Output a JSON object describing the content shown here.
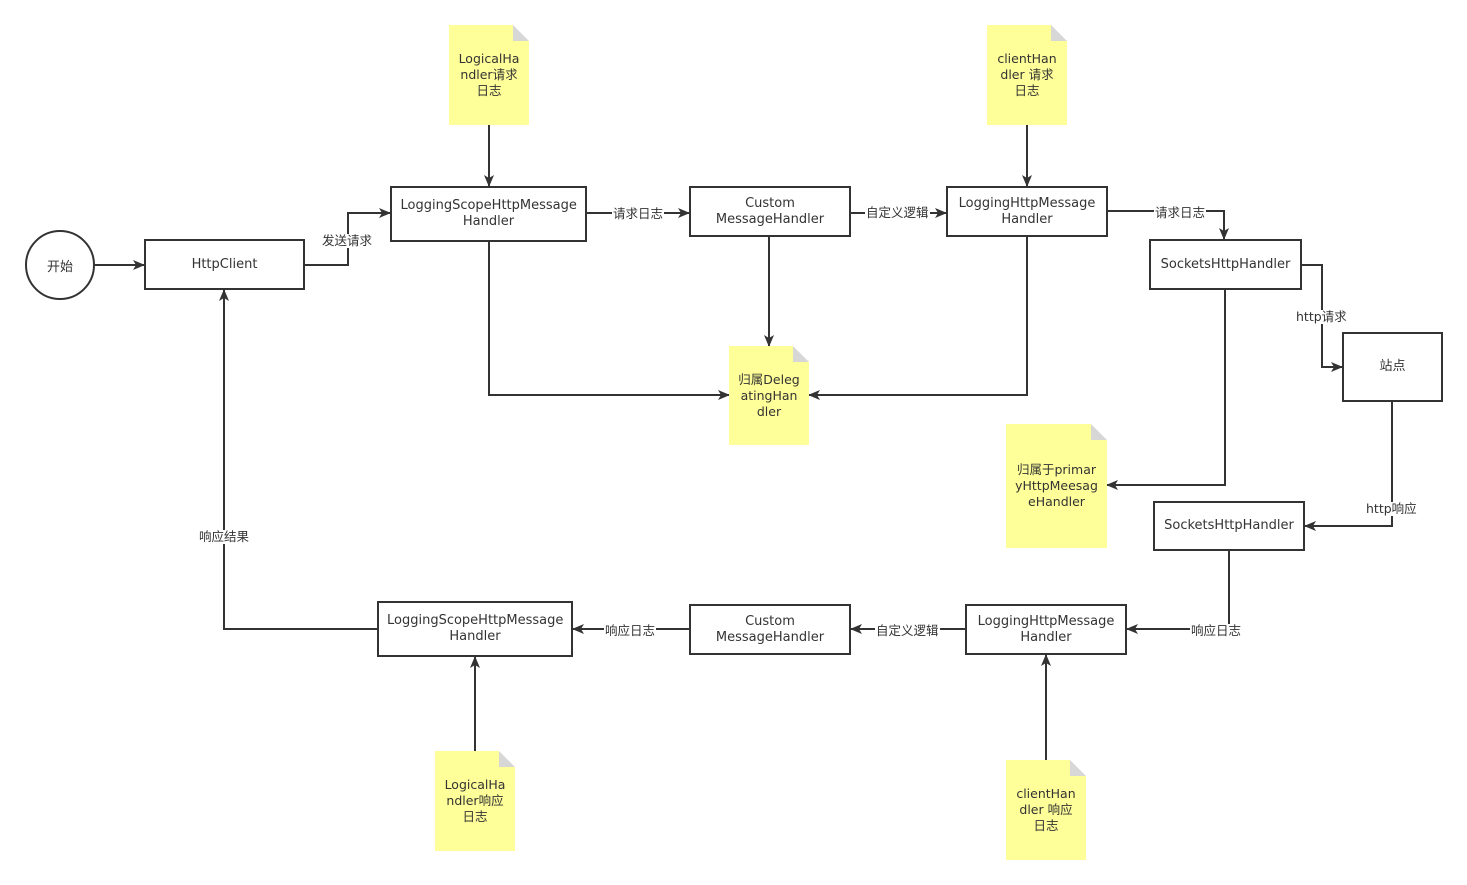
{
  "nodes": {
    "start": "开始",
    "httpclient": "HttpClient",
    "logging_scope_req": "LoggingScopeHttpMessage Handler",
    "custom_req": "Custom MessageHandler",
    "logging_req": "LoggingHttpMessage Handler",
    "sockets_req": "SocketsHttpHandler",
    "site": "站点",
    "sockets_resp": "SocketsHttpHandler",
    "logging_resp": "LoggingHttpMessage Handler",
    "custom_resp": "Custom MessageHandler",
    "logging_scope_resp": "LoggingScopeHttpMessage Handler"
  },
  "notes": {
    "logical_req": "LogicalHandler请求日志",
    "client_req": "clientHandler 请求日志",
    "delegating": "归属DelegatingHandler",
    "primary": "归属于primaryHttpMeesageHandler",
    "logical_resp": "LogicalHandler响应日志",
    "client_resp": "clientHandler 响应日志"
  },
  "edge_labels": {
    "send_request": "发送请求",
    "req_log_1": "请求日志",
    "custom_logic_req": "自定义逻辑",
    "req_log_2": "请求日志",
    "http_request": "http请求",
    "http_response": "http响应",
    "resp_log_1": "响应日志",
    "custom_logic_resp": "自定义逻辑",
    "resp_log_2": "响应日志",
    "resp_result": "响应结果"
  },
  "colors": {
    "stroke": "#333333",
    "note_fill": "#ffff99",
    "note_fold": "#d7d7d7",
    "background": "#ffffff"
  }
}
